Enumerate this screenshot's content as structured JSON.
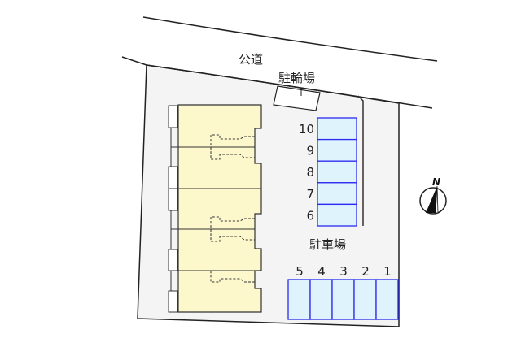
{
  "labels": {
    "road": "公道",
    "bicycle_parking": "駐輪場",
    "car_parking": "駐車場",
    "north": "N"
  },
  "parking_right_column": [
    "10",
    "9",
    "8",
    "7",
    "6"
  ],
  "parking_bottom_row": [
    "5",
    "4",
    "3",
    "2",
    "1"
  ],
  "colors": {
    "lot": "#f4f4f4",
    "building": "#fdf8cc",
    "parking_fill": "#dff3fd",
    "parking_stroke": "#2a2af0"
  }
}
